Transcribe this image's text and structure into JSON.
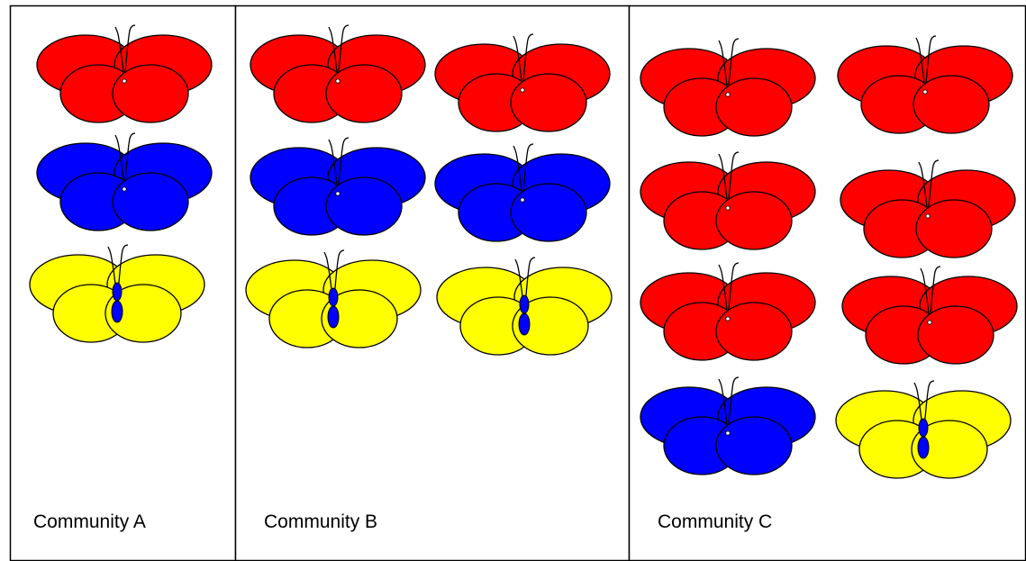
{
  "colors": {
    "red": "#ff0000",
    "blue": "#0000ff",
    "yellow": "#ffff00",
    "outline": "#000000",
    "background": "#ffffff"
  },
  "communities": [
    {
      "label": "Community A",
      "butterflies": [
        "red",
        "blue",
        "yellow"
      ]
    },
    {
      "label": "Community B",
      "butterflies": [
        "red",
        "red",
        "blue",
        "blue",
        "yellow",
        "yellow"
      ]
    },
    {
      "label": "Community C",
      "butterflies": [
        "red",
        "red",
        "red",
        "red",
        "red",
        "red",
        "blue",
        "yellow"
      ]
    }
  ]
}
